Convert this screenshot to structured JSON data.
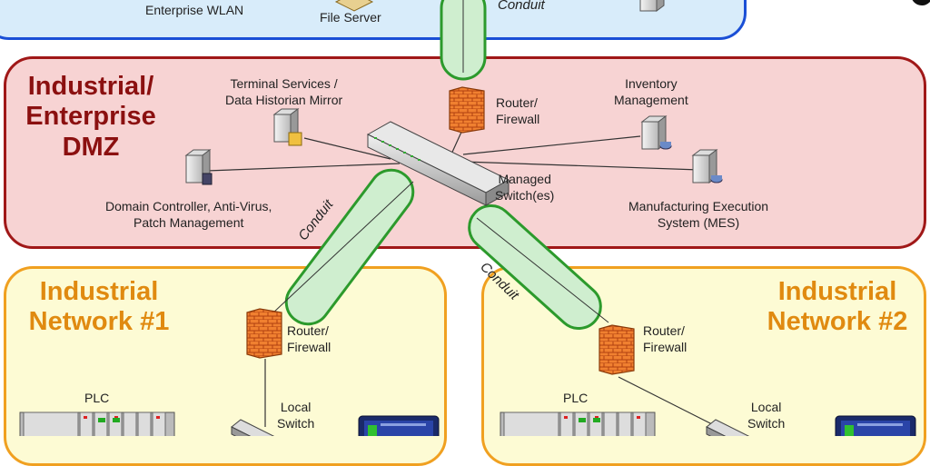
{
  "zones": {
    "dmz_title": "Industrial/\nEnterprise\nDMZ",
    "net1_title": "Industrial\nNetwork #1",
    "net2_title": "Industrial\nNetwork #2"
  },
  "labels": {
    "enterprise_wlan": "Enterprise WLAN",
    "file_server": "File Server",
    "terminal_services": "Terminal Services /\nData Historian Mirror",
    "router_dmz": "Router/\nFirewall",
    "inventory": "Inventory\nManagement",
    "managed_switch": "Managed\nSwitch(es)",
    "domain_controller": "Domain Controller, Anti-Virus,\nPatch Management",
    "mes": "Manufacturing Execution\nSystem (MES)",
    "router_net1": "Router/\nFirewall",
    "router_net2": "Router/\nFirewall",
    "plc1": "PLC",
    "plc2": "PLC",
    "local_switch1": "Local\nSwitch",
    "local_switch2": "Local\nSwitch",
    "conduit_top": "Conduit",
    "conduit_left": "Conduit",
    "conduit_right": "Conduit"
  },
  "colors": {
    "enterprise": "#1a4fd6",
    "dmz": "#a01818",
    "industrial": "#f0a020",
    "conduit": "#2c9a2c"
  }
}
